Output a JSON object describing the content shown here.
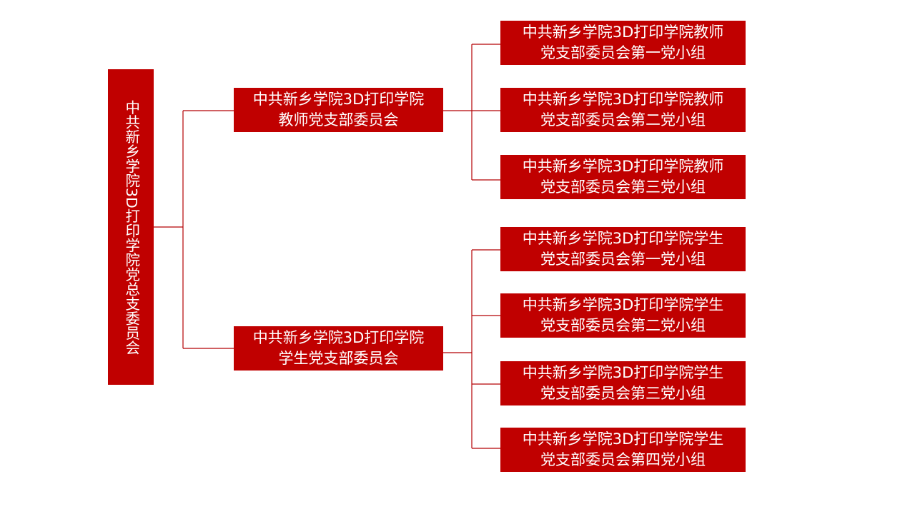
{
  "root": {
    "label": "中共新乡学院3D打印学院党总支委员会"
  },
  "branches": [
    {
      "line1": "中共新乡学院3D打印学院",
      "line2": "教师党支部委员会",
      "groups": [
        {
          "line1": "中共新乡学院3D打印学院教师",
          "line2": "党支部委员会第一党小组"
        },
        {
          "line1": "中共新乡学院3D打印学院教师",
          "line2": "党支部委员会第二党小组"
        },
        {
          "line1": "中共新乡学院3D打印学院教师",
          "line2": "党支部委员会第三党小组"
        }
      ]
    },
    {
      "line1": "中共新乡学院3D打印学院",
      "line2": "学生党支部委员会",
      "groups": [
        {
          "line1": "中共新乡学院3D打印学院学生",
          "line2": "党支部委员会第一党小组"
        },
        {
          "line1": "中共新乡学院3D打印学院学生",
          "line2": "党支部委员会第二党小组"
        },
        {
          "line1": "中共新乡学院3D打印学院学生",
          "line2": "党支部委员会第三党小组"
        },
        {
          "line1": "中共新乡学院3D打印学院学生",
          "line2": "党支部委员会第四党小组"
        }
      ]
    }
  ],
  "colors": {
    "box_fill": "#c00000",
    "connector": "#b50004",
    "text": "#ffffff",
    "background": "#ffffff"
  }
}
